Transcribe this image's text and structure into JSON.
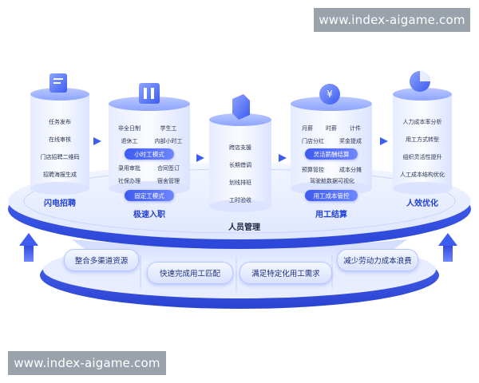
{
  "watermarks": {
    "top": "www.index-aigame.com",
    "bottom": "www.index-aigame.com"
  },
  "columns": [
    {
      "label": "闪电招聘",
      "items": [
        "任务发布",
        "在线审核",
        "门店招聘二维码",
        "招聘海报生成"
      ],
      "pills": []
    },
    {
      "label": "极速入职",
      "items_top": [
        "非全日制",
        "学生工",
        "退休工",
        "内部小时工"
      ],
      "pill_top": "小时工模式",
      "items_bottom": [
        "录用审批",
        "合同签订",
        "社保办理",
        "宿舍管理"
      ],
      "pill_bottom": "固定工模式"
    },
    {
      "label": "人员管理",
      "items": [
        "跨店支援",
        "长期借调",
        "划线排班",
        "工时验收"
      ]
    },
    {
      "label": "用工结算",
      "items_top": [
        "月薪",
        "时薪",
        "计件",
        "门店分红",
        "奖金提成"
      ],
      "pill_top": "灵活薪酬结算",
      "items_bottom": [
        "预算管控",
        "成本分摊",
        "驾驶舱数据可视化"
      ],
      "pill_bottom": "用工成本管控"
    },
    {
      "label": "人效优化",
      "items": [
        "人力成本率分析",
        "用工方式转型",
        "组织灵活性提升",
        "人工成本结构优化"
      ]
    }
  ],
  "bottom_pills": [
    "整合多渠道资源",
    "快速完成用工匹配",
    "满足特定化用工需求",
    "减少劳动力成本浪费"
  ],
  "colors": {
    "accent": "#3d5cf0",
    "platform": "#dfe6ff",
    "label": "#1f3fd6"
  }
}
